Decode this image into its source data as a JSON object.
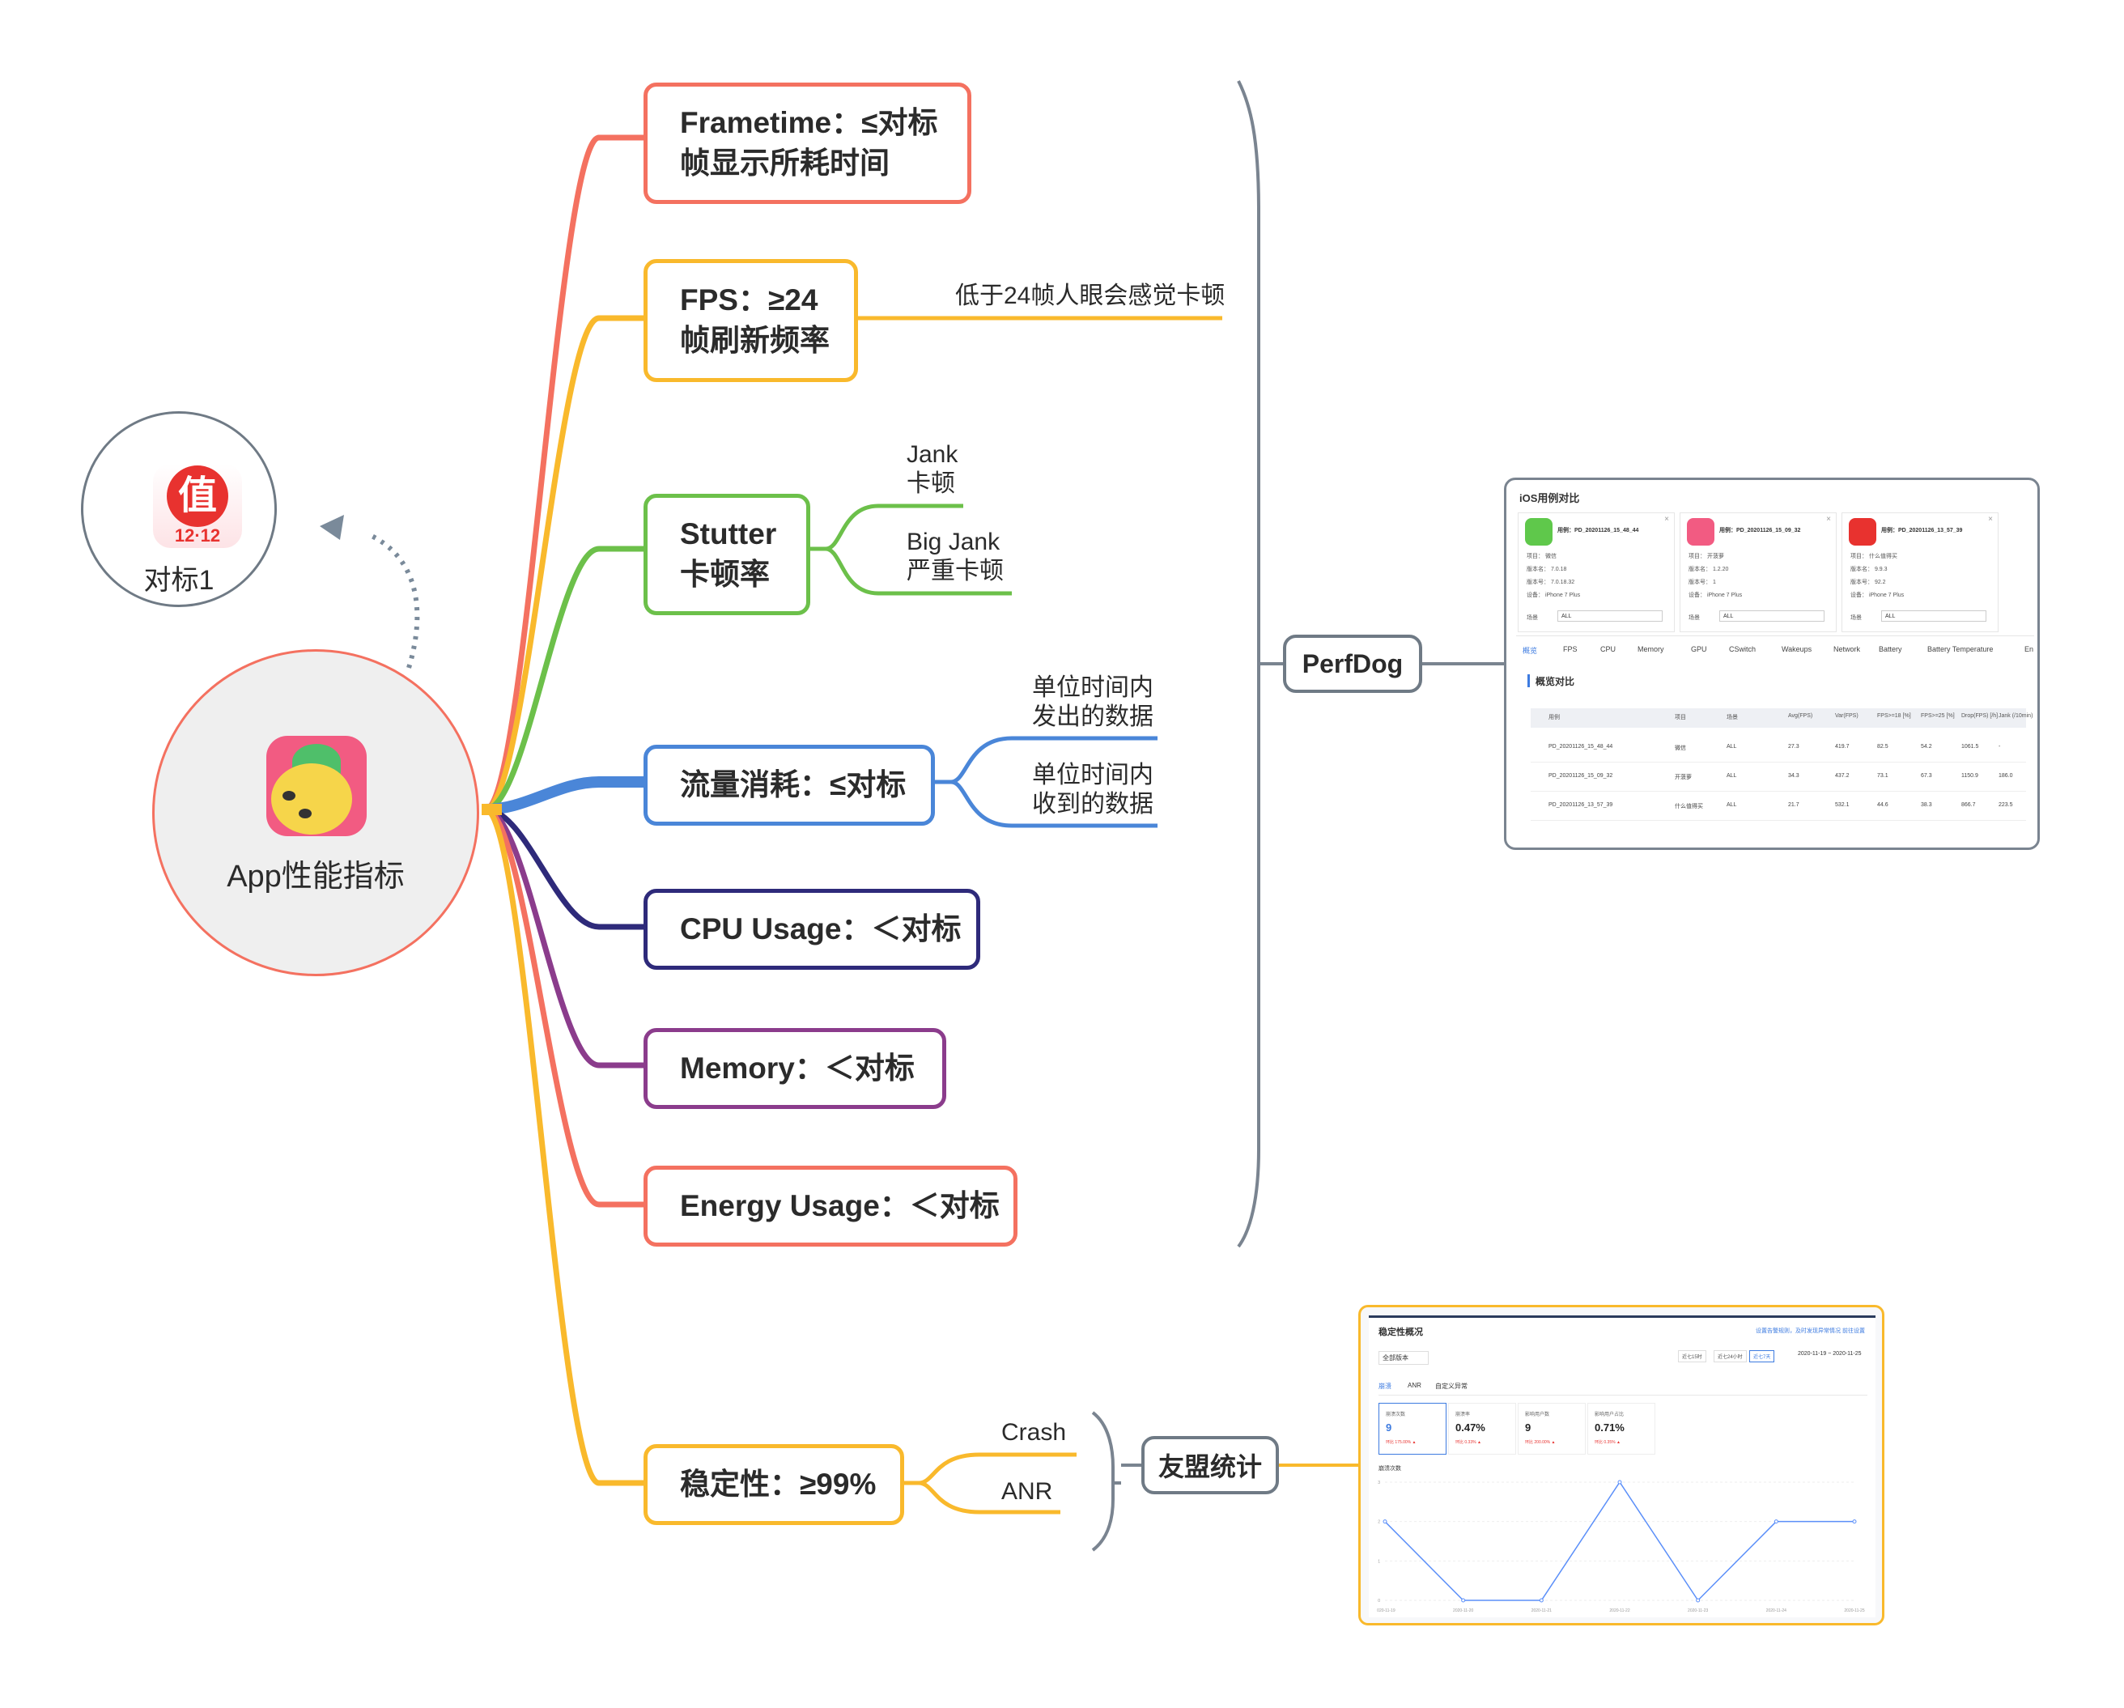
{
  "central": {
    "label": "App性能指标"
  },
  "benchmark": {
    "label": "对标1",
    "icon_text": "值",
    "icon_sub": "12·12"
  },
  "branches": [
    {
      "id": "frametime",
      "line1": "Frametime：≤对标",
      "line2": "帧显示所耗时间",
      "color": "#f47160"
    },
    {
      "id": "fps",
      "line1": "FPS：≥24",
      "line2": "帧刷新频率",
      "color": "#f9b92c",
      "note": "低于24帧人眼会感觉卡顿"
    },
    {
      "id": "stutter",
      "line1": "Stutter",
      "line2": "卡顿率",
      "color": "#6cc04a",
      "subs": [
        {
          "line1": "Jank",
          "line2": "卡顿"
        },
        {
          "line1": "Big Jank",
          "line2": "严重卡顿"
        }
      ]
    },
    {
      "id": "traffic",
      "line1": "流量消耗：≤对标",
      "color": "#4a86d8",
      "subs": [
        {
          "line1": "单位时间内",
          "line2": "发出的数据"
        },
        {
          "line1": "单位时间内",
          "line2": "收到的数据"
        }
      ]
    },
    {
      "id": "cpu",
      "line1": "CPU Usage：＜对标",
      "color": "#2e2a7a"
    },
    {
      "id": "memory",
      "line1": "Memory：＜对标",
      "color": "#8b3c8c"
    },
    {
      "id": "energy",
      "line1": "Energy Usage：＜对标",
      "color": "#f47160"
    },
    {
      "id": "stability",
      "line1": "稳定性：≥99%",
      "color": "#f9b92c",
      "subs": [
        {
          "line1": "Crash"
        },
        {
          "line1": "ANR"
        }
      ]
    }
  ],
  "tools": {
    "perfdog": "PerfDog",
    "umeng": "友盟统计"
  },
  "perfdog_shot": {
    "title": "iOS用例对比",
    "cards": [
      {
        "case": "用例：PD_20201126_15_48_44",
        "project": "项目：  微信",
        "version_name": "版本名：  7.0.18",
        "version_no": "版本号：  7.0.18.32",
        "device": "设备：  iPhone 7 Plus",
        "scene": "场景",
        "scene_val": "ALL"
      },
      {
        "case": "用例：PD_20201126_15_09_32",
        "project": "项目：  开菠萝",
        "version_name": "版本名：  1.2.20",
        "version_no": "版本号：  1",
        "device": "设备：  iPhone 7 Plus",
        "scene": "场景",
        "scene_val": "ALL"
      },
      {
        "case": "用例：PD_20201126_13_57_39",
        "project": "项目：  什么值得买",
        "version_name": "版本名：  9.9.3",
        "version_no": "版本号：  92.2",
        "device": "设备：  iPhone 7 Plus",
        "scene": "场景",
        "scene_val": "ALL"
      }
    ],
    "tabs": [
      "概览",
      "FPS",
      "CPU",
      "Memory",
      "GPU",
      "CSwitch",
      "Wakeups",
      "Network",
      "Battery",
      "Battery Temperature",
      "En"
    ],
    "section": "概览对比",
    "columns": [
      "用例",
      "项目",
      "场景",
      "Avg(FPS)",
      "Var(FPS)",
      "FPS>=18 [%]",
      "FPS>=25 [%]",
      "Drop(FPS) [/h]",
      "Jank (/10min)"
    ],
    "rows": [
      [
        "PD_20201126_15_48_44",
        "微信",
        "ALL",
        "27.3",
        "419.7",
        "82.5",
        "54.2",
        "1061.5",
        "-"
      ],
      [
        "PD_20201126_15_09_32",
        "开菠萝",
        "ALL",
        "34.3",
        "437.2",
        "73.1",
        "67.3",
        "1150.9",
        "186.0"
      ],
      [
        "PD_20201126_13_57_39",
        "什么值得买",
        "ALL",
        "21.7",
        "532.1",
        "44.6",
        "38.3",
        "866.7",
        "223.5"
      ]
    ]
  },
  "umeng_shot": {
    "title": "稳定性概况",
    "notice": "设置告警规则，及时发现异常情况  前往设置",
    "filter": "全部版本",
    "ranges": [
      "近七15时",
      "近七24小时",
      "近七7天"
    ],
    "date_range": "2020-11-19 ~ 2020-11-25",
    "tabs": [
      "崩溃",
      "ANR",
      "自定义异常"
    ],
    "kpis": [
      {
        "label": "崩溃次数",
        "value": "9",
        "delta": "环比 175.00% ▲"
      },
      {
        "label": "崩溃率",
        "value": "0.47%",
        "delta": "环比 0.33% ▲"
      },
      {
        "label": "影响用户数",
        "value": "9",
        "delta": "环比 200.00% ▲"
      },
      {
        "label": "影响用户占比",
        "value": "0.71%",
        "delta": "环比 0.35% ▲"
      }
    ],
    "trend_label": "崩溃次数",
    "chart_data": {
      "type": "line",
      "x": [
        "2020-11-19",
        "2020-11-20",
        "2020-11-21",
        "2020-11-22",
        "2020-11-23",
        "2020-11-24",
        "2020-11-25"
      ],
      "values": [
        2,
        0,
        0,
        3,
        0,
        2,
        2
      ],
      "ylim": [
        0,
        3
      ]
    }
  }
}
